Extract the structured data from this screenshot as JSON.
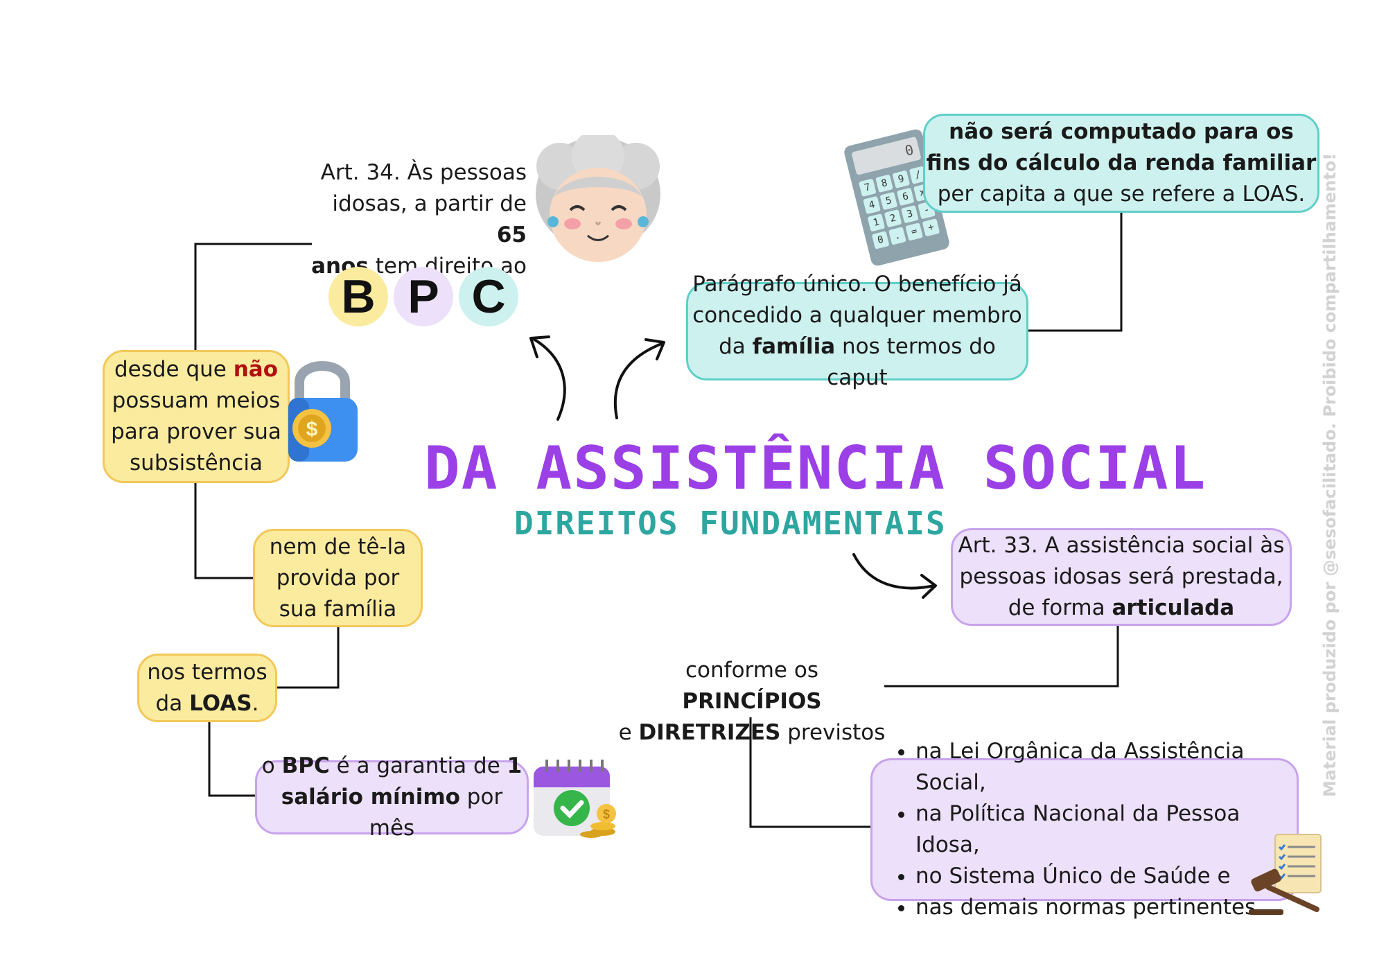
{
  "title": {
    "main": "DA ASSISTÊNCIA SOCIAL",
    "subtitle": "DIREITOS FUNDAMENTAIS"
  },
  "art34": {
    "l1": "Art. 34. Às pessoas",
    "l2a": "idosas, a partir de ",
    "l2b": "65",
    "l3a": "anos",
    "l3b": " tem direito ao"
  },
  "bpc_letters": [
    "B",
    "P",
    "C"
  ],
  "box_desde": {
    "l1a": "desde que ",
    "l1b": "não",
    "l2": "possuam meios",
    "l3": "para prover sua",
    "l4": "subsistência"
  },
  "box_nem": {
    "l1": "nem de tê-la",
    "l2": "provida por",
    "l3": "sua família"
  },
  "box_nos": {
    "l1": "nos termos",
    "l2a": "da ",
    "l2b": "LOAS",
    "l2c": "."
  },
  "box_bpc": {
    "l1a": "o ",
    "l1b": "BPC",
    "l1c": " é a garantia de ",
    "l1d": "1",
    "l2a": "salário mínimo",
    "l2b": " por mês"
  },
  "box_computado": {
    "l1": "não será computado para os",
    "l2": "fins do cálculo da renda familiar",
    "l3": "per capita a que se refere a LOAS."
  },
  "box_paragrafo": {
    "l1": "Parágrafo único. O benefício já",
    "l2": "concedido a qualquer membro",
    "l3a": "da ",
    "l3b": "família",
    "l3c": " nos termos do caput"
  },
  "box_art33": {
    "l1": "Art. 33. A assistência social às",
    "l2": "pessoas idosas será prestada,",
    "l3a": "de forma ",
    "l3b": "articulada"
  },
  "conforme": {
    "l1a": "conforme os ",
    "l1b": "PRINCÍPIOS",
    "l2a": "e ",
    "l2b": "DIRETRIZES",
    "l2c": " previstos"
  },
  "list_items": [
    "na Lei Orgânica da Assistência Social,",
    "na Política Nacional da Pessoa Idosa,",
    "no Sistema Único de Saúde e",
    "nas demais normas pertinentes"
  ],
  "calculator_keys": [
    "7",
    "8",
    "9",
    "/",
    "4",
    "5",
    "6",
    "x",
    "1",
    "2",
    "3",
    "-",
    "0",
    ".",
    "=",
    "+"
  ],
  "calculator_display": "0",
  "watermark": "Material produzido por @sesofacilitado. Proibido compartilhamento!",
  "colors": {
    "title_purple": "#9b3fe6",
    "subtitle_teal": "#2ea6a0",
    "yellow": "#fbeb9f",
    "lilac": "#ede0fa",
    "teal": "#cdf1ee",
    "red": "#b01010"
  }
}
